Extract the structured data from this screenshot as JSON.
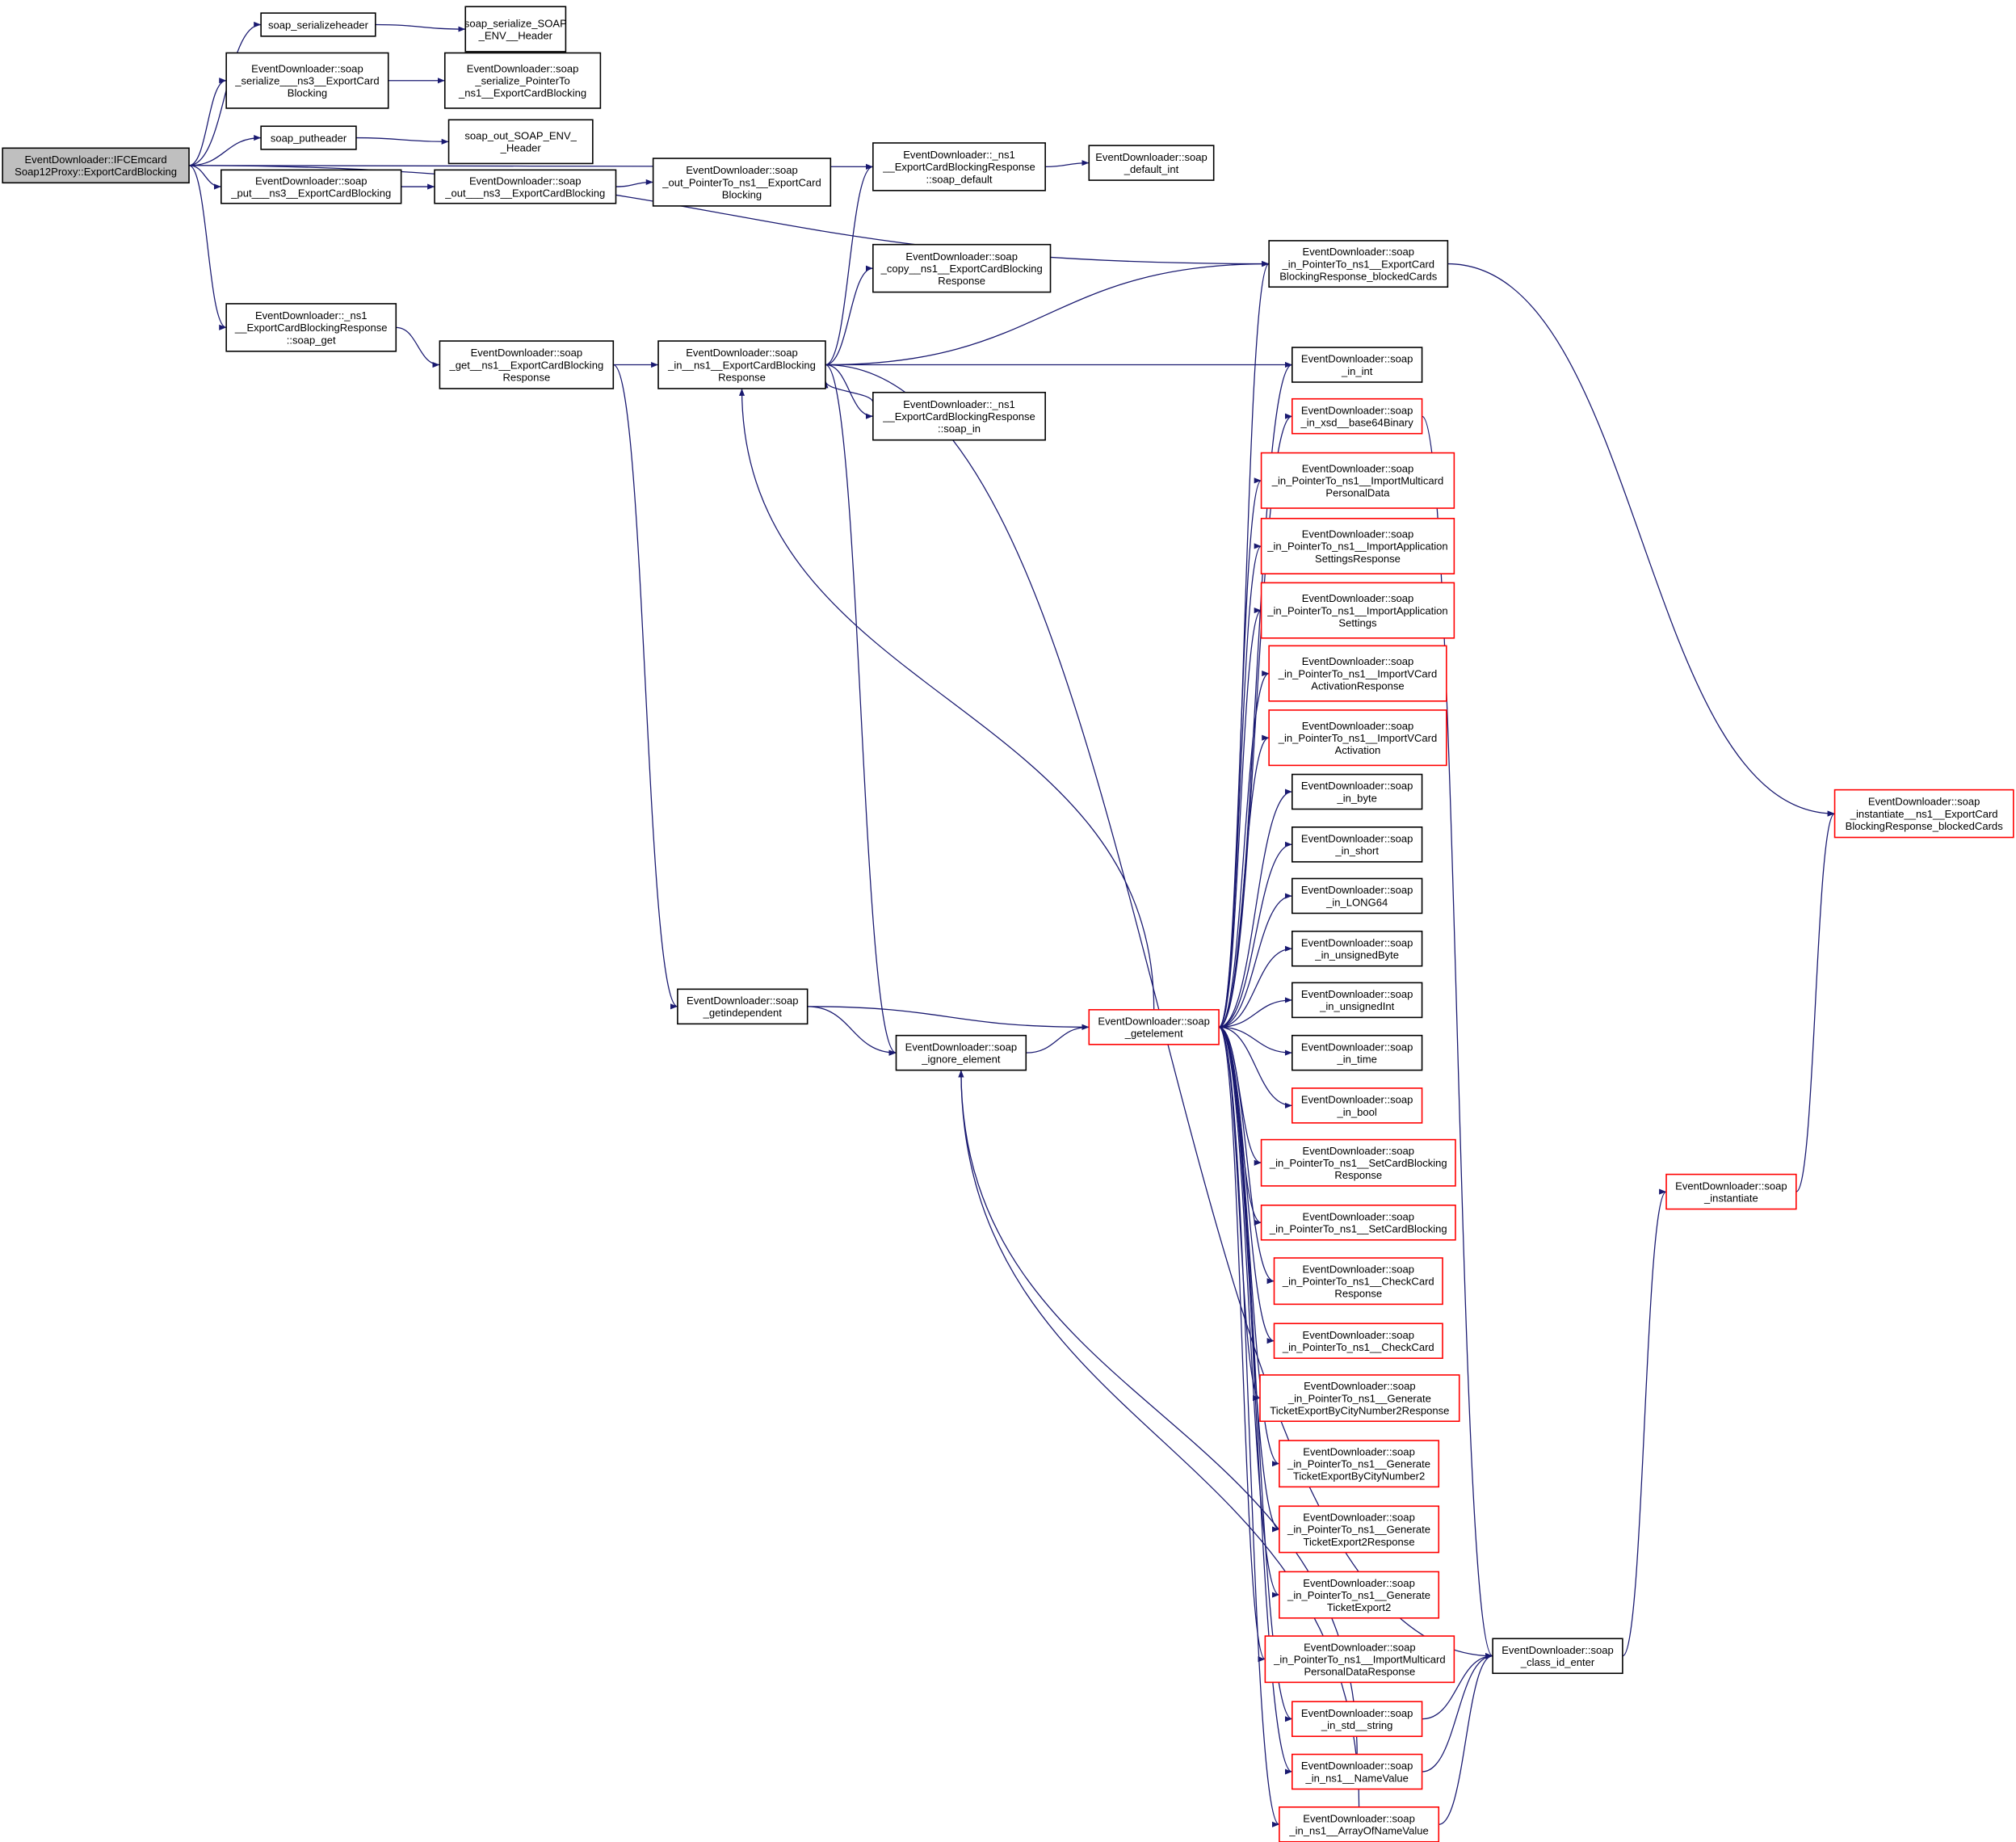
{
  "graph": {
    "edge_color": "#191970",
    "truncated_border_color": "#ff0000",
    "root_fill": "#bfbfbf",
    "nodes": {
      "root": {
        "lines": [
          "EventDownloader::IFCEmcard",
          "Soap12Proxy::ExportCardBlocking"
        ]
      },
      "serhdr": {
        "lines": [
          "soap_serializeheader"
        ]
      },
      "serSOAP": {
        "lines": [
          "soap_serialize_SOAP",
          "_ENV__Header"
        ]
      },
      "serNs3": {
        "lines": [
          "EventDownloader::soap",
          "_serialize___ns3__ExportCard",
          "Blocking"
        ]
      },
      "serPtr": {
        "lines": [
          "EventDownloader::soap",
          "_serialize_PointerTo",
          "_ns1__ExportCardBlocking"
        ]
      },
      "puthdr": {
        "lines": [
          "soap_putheader"
        ]
      },
      "outSOAP": {
        "lines": [
          "soap_out_SOAP_ENV_",
          "_Header"
        ]
      },
      "putNs3": {
        "lines": [
          "EventDownloader::soap",
          "_put___ns3__ExportCardBlocking"
        ]
      },
      "outNs3": {
        "lines": [
          "EventDownloader::soap",
          "_out___ns3__ExportCardBlocking"
        ]
      },
      "outPtr": {
        "lines": [
          "EventDownloader::soap",
          "_out_PointerTo_ns1__ExportCard",
          "Blocking"
        ]
      },
      "default": {
        "lines": [
          "EventDownloader::_ns1",
          "__ExportCardBlockingResponse",
          "::soap_default"
        ]
      },
      "defInt": {
        "lines": [
          "EventDownloader::soap",
          "_default_int"
        ]
      },
      "copy": {
        "lines": [
          "EventDownloader::soap",
          "_copy__ns1__ExportCardBlocking",
          "Response"
        ]
      },
      "blocked": {
        "lines": [
          "EventDownloader::soap",
          "_in_PointerTo_ns1__ExportCard",
          "BlockingResponse_blockedCards"
        ]
      },
      "getResp": {
        "lines": [
          "EventDownloader::_ns1",
          "__ExportCardBlockingResponse",
          "::soap_get"
        ]
      },
      "getNs1": {
        "lines": [
          "EventDownloader::soap",
          "_get__ns1__ExportCardBlocking",
          "Response"
        ]
      },
      "inNs1": {
        "lines": [
          "EventDownloader::soap",
          "_in__ns1__ExportCardBlocking",
          "Response"
        ]
      },
      "soapIn": {
        "lines": [
          "EventDownloader::_ns1",
          "__ExportCardBlockingResponse",
          "::soap_in"
        ]
      },
      "inInt": {
        "lines": [
          "EventDownloader::soap",
          "_in_int"
        ]
      },
      "base64": {
        "lines": [
          "EventDownloader::soap",
          "_in_xsd__base64Binary"
        ],
        "truncated": true
      },
      "ImportMulti": {
        "lines": [
          "EventDownloader::soap",
          "_in_PointerTo_ns1__ImportMulticard",
          "PersonalData"
        ],
        "truncated": true
      },
      "ImportAppResp": {
        "lines": [
          "EventDownloader::soap",
          "_in_PointerTo_ns1__ImportApplication",
          "SettingsResponse"
        ],
        "truncated": true
      },
      "ImportApp": {
        "lines": [
          "EventDownloader::soap",
          "_in_PointerTo_ns1__ImportApplication",
          "Settings"
        ],
        "truncated": true
      },
      "VCardResp": {
        "lines": [
          "EventDownloader::soap",
          "_in_PointerTo_ns1__ImportVCard",
          "ActivationResponse"
        ],
        "truncated": true
      },
      "VCard": {
        "lines": [
          "EventDownloader::soap",
          "_in_PointerTo_ns1__ImportVCard",
          "Activation"
        ],
        "truncated": true
      },
      "byte": {
        "lines": [
          "EventDownloader::soap",
          "_in_byte"
        ]
      },
      "short": {
        "lines": [
          "EventDownloader::soap",
          "_in_short"
        ]
      },
      "LONG64": {
        "lines": [
          "EventDownloader::soap",
          "_in_LONG64"
        ]
      },
      "ubyte": {
        "lines": [
          "EventDownloader::soap",
          "_in_unsignedByte"
        ]
      },
      "uint": {
        "lines": [
          "EventDownloader::soap",
          "_in_unsignedInt"
        ]
      },
      "time": {
        "lines": [
          "EventDownloader::soap",
          "_in_time"
        ]
      },
      "bool": {
        "lines": [
          "EventDownloader::soap",
          "_in_bool"
        ],
        "truncated": true
      },
      "SetResp": {
        "lines": [
          "EventDownloader::soap",
          "_in_PointerTo_ns1__SetCardBlocking",
          "Response"
        ],
        "truncated": true
      },
      "Set": {
        "lines": [
          "EventDownloader::soap",
          "_in_PointerTo_ns1__SetCardBlocking"
        ],
        "truncated": true
      },
      "CheckResp": {
        "lines": [
          "EventDownloader::soap",
          "_in_PointerTo_ns1__CheckCard",
          "Response"
        ],
        "truncated": true
      },
      "Check": {
        "lines": [
          "EventDownloader::soap",
          "_in_PointerTo_ns1__CheckCard"
        ],
        "truncated": true
      },
      "GenCityResp": {
        "lines": [
          "EventDownloader::soap",
          "_in_PointerTo_ns1__Generate",
          "TicketExportByCityNumber2Response"
        ],
        "truncated": true
      },
      "GenCity": {
        "lines": [
          "EventDownloader::soap",
          "_in_PointerTo_ns1__Generate",
          "TicketExportByCityNumber2"
        ],
        "truncated": true
      },
      "Gen2Resp": {
        "lines": [
          "EventDownloader::soap",
          "_in_PointerTo_ns1__Generate",
          "TicketExport2Response"
        ],
        "truncated": true
      },
      "Gen2": {
        "lines": [
          "EventDownloader::soap",
          "_in_PointerTo_ns1__Generate",
          "TicketExport2"
        ],
        "truncated": true
      },
      "ImportMultiResp": {
        "lines": [
          "EventDownloader::soap",
          "_in_PointerTo_ns1__ImportMulticard",
          "PersonalDataResponse"
        ],
        "truncated": true
      },
      "stdstring": {
        "lines": [
          "EventDownloader::soap",
          "_in_std__string"
        ],
        "truncated": true
      },
      "NameValue": {
        "lines": [
          "EventDownloader::soap",
          "_in_ns1__NameValue"
        ],
        "truncated": true
      },
      "ArrayNV": {
        "lines": [
          "EventDownloader::soap",
          "_in_ns1__ArrayOfNameValue"
        ],
        "truncated": true
      },
      "getindep": {
        "lines": [
          "EventDownloader::soap",
          "_getindependent"
        ]
      },
      "ignore": {
        "lines": [
          "EventDownloader::soap",
          "_ignore_element"
        ]
      },
      "getelement": {
        "lines": [
          "EventDownloader::soap",
          "_getelement"
        ],
        "truncated": true
      },
      "classid": {
        "lines": [
          "EventDownloader::soap",
          "_class_id_enter"
        ]
      },
      "instantiate": {
        "lines": [
          "EventDownloader::soap",
          "_instantiate"
        ],
        "truncated": true
      },
      "instBlocked": {
        "lines": [
          "EventDownloader::soap",
          "_instantiate__ns1__ExportCard",
          "BlockingResponse_blockedCards"
        ],
        "truncated": true
      }
    }
  }
}
